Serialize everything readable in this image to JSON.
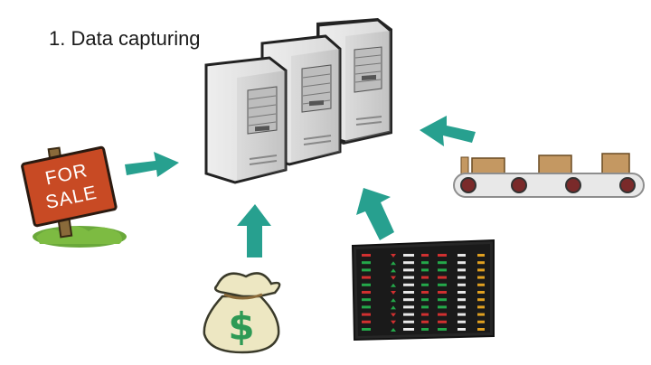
{
  "title": "1. Data capturing",
  "sign": {
    "line1": "FOR",
    "line2": "SALE"
  },
  "colors": {
    "arrow": "#27A08F",
    "sign": "#C84A24",
    "server_body": "#E6E6E6",
    "box": "#C49862",
    "belt": "#8E8E8E",
    "bag": "#EDE7C2",
    "dollar": "#2E9A55",
    "screen": "#262626",
    "ticker_green": "#24A84A",
    "ticker_red": "#D03030",
    "ticker_amber": "#E0A020"
  },
  "icons": {
    "servers": "server-stack-icon",
    "sign": "for-sale-sign-icon",
    "bag": "money-bag-icon",
    "conveyor": "conveyor-belt-icon",
    "screen": "stock-ticker-icon"
  },
  "money_symbol": "$"
}
